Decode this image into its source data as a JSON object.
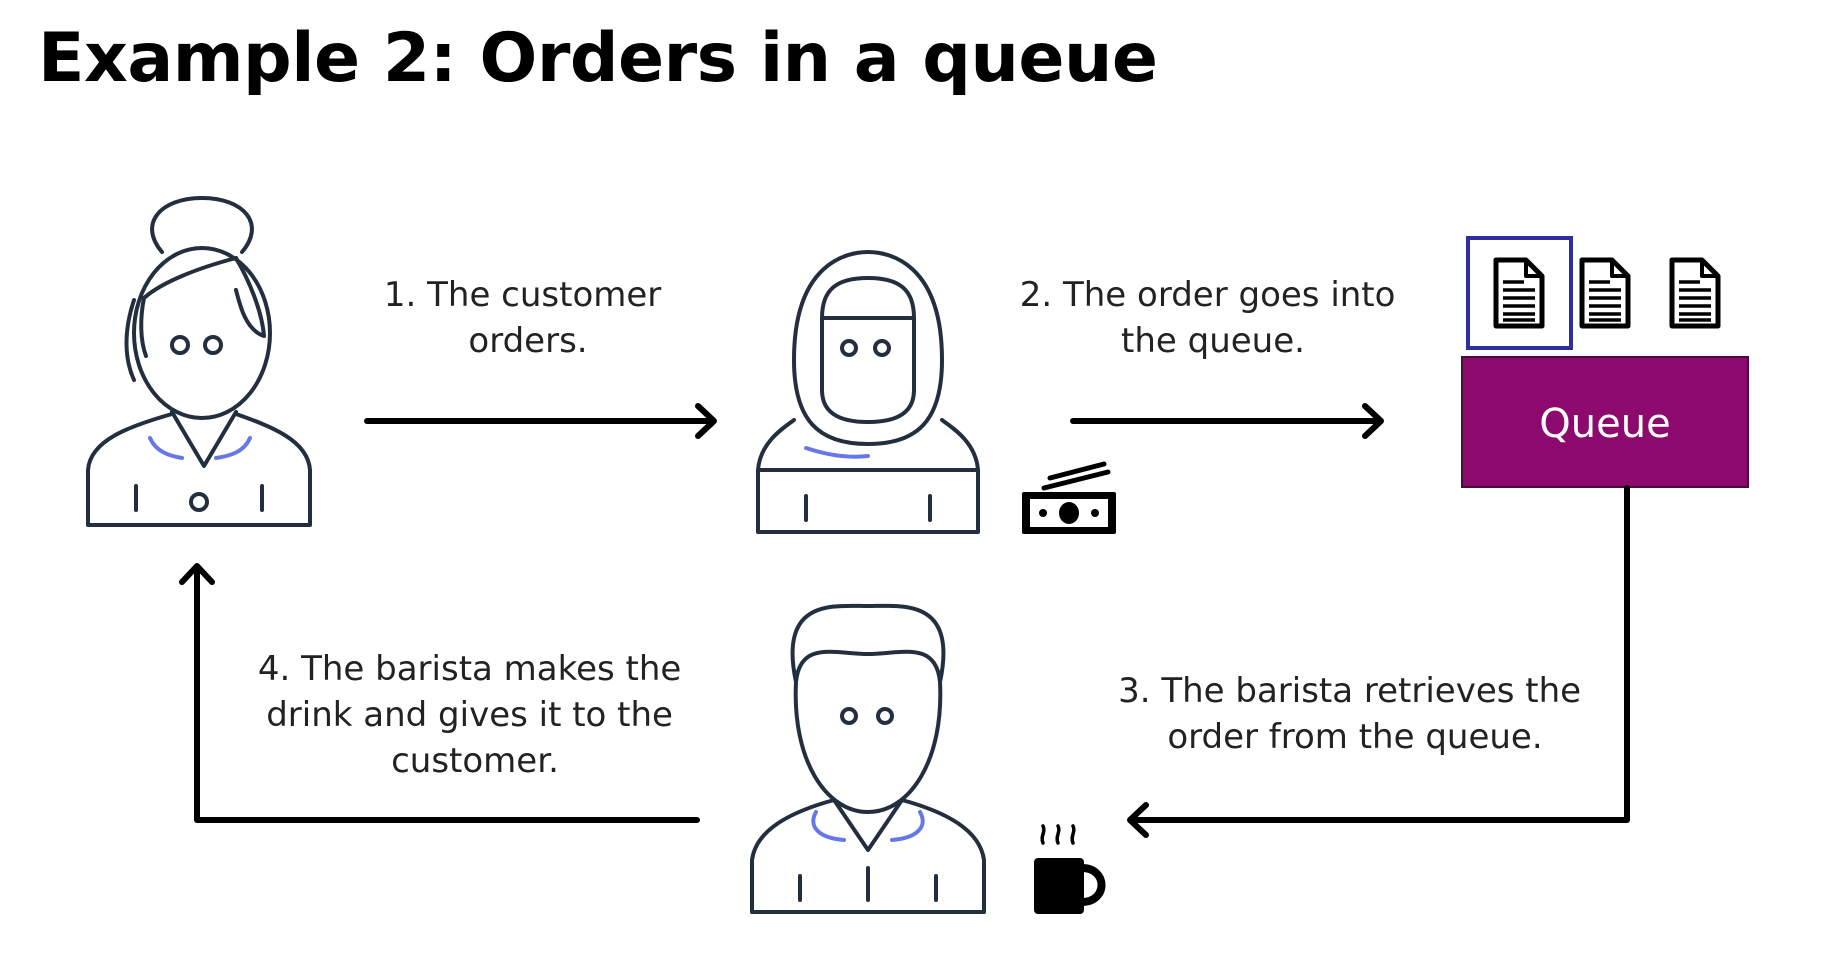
{
  "title": "Example 2: Orders in a queue",
  "steps": [
    {
      "line1": "1. The customer",
      "line2": "orders."
    },
    {
      "line1": "2. The order goes into",
      "line2": "the queue."
    },
    {
      "line1": "3. The barista retrieves the",
      "line2": "order from the queue."
    },
    {
      "line1": "4. The barista makes the",
      "line2": "drink and gives it to the",
      "line3": "customer."
    }
  ],
  "queue": {
    "label": "Queue"
  },
  "colors": {
    "queue_fill": "#8c0a6e",
    "queue_text": "#ffffff",
    "selected_outline": "#2e2e9e",
    "collar_accent": "#6678e8",
    "outline": "#232f3e",
    "arrow": "#000000"
  },
  "icons": [
    "customer-icon",
    "cashier-icon",
    "barista-icon",
    "money-icon",
    "coffee-mug-icon",
    "document-icon"
  ]
}
